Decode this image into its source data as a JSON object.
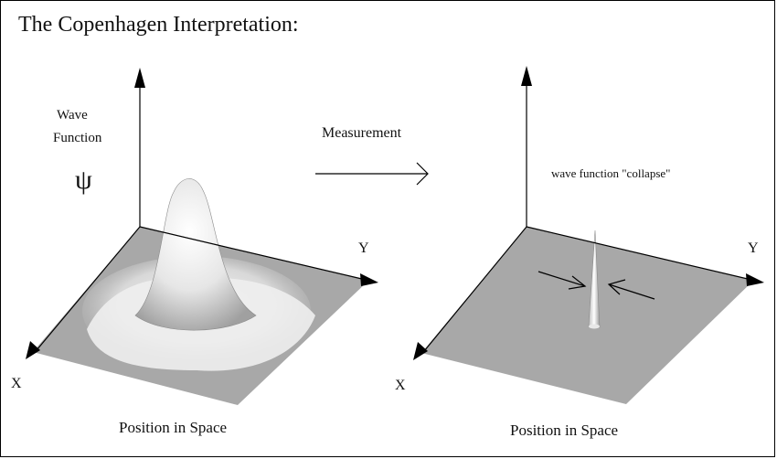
{
  "title": "The Copenhagen Interpretation:",
  "left_panel": {
    "wave_label_line1": "Wave",
    "wave_label_line2": "Function",
    "psi_symbol": "ψ",
    "y_axis_label": "Y",
    "x_axis_label": "X",
    "caption": "Position in Space"
  },
  "transition": {
    "label": "Measurement"
  },
  "right_panel": {
    "annotation": "wave function \"collapse\"",
    "y_axis_label": "Y",
    "x_axis_label": "X",
    "caption": "Position in Space"
  },
  "colors": {
    "plane": "#a8a8a8",
    "axis": "#000000",
    "wave_light": "#f4f4f4",
    "wave_shadow": "#9a9a9a"
  }
}
